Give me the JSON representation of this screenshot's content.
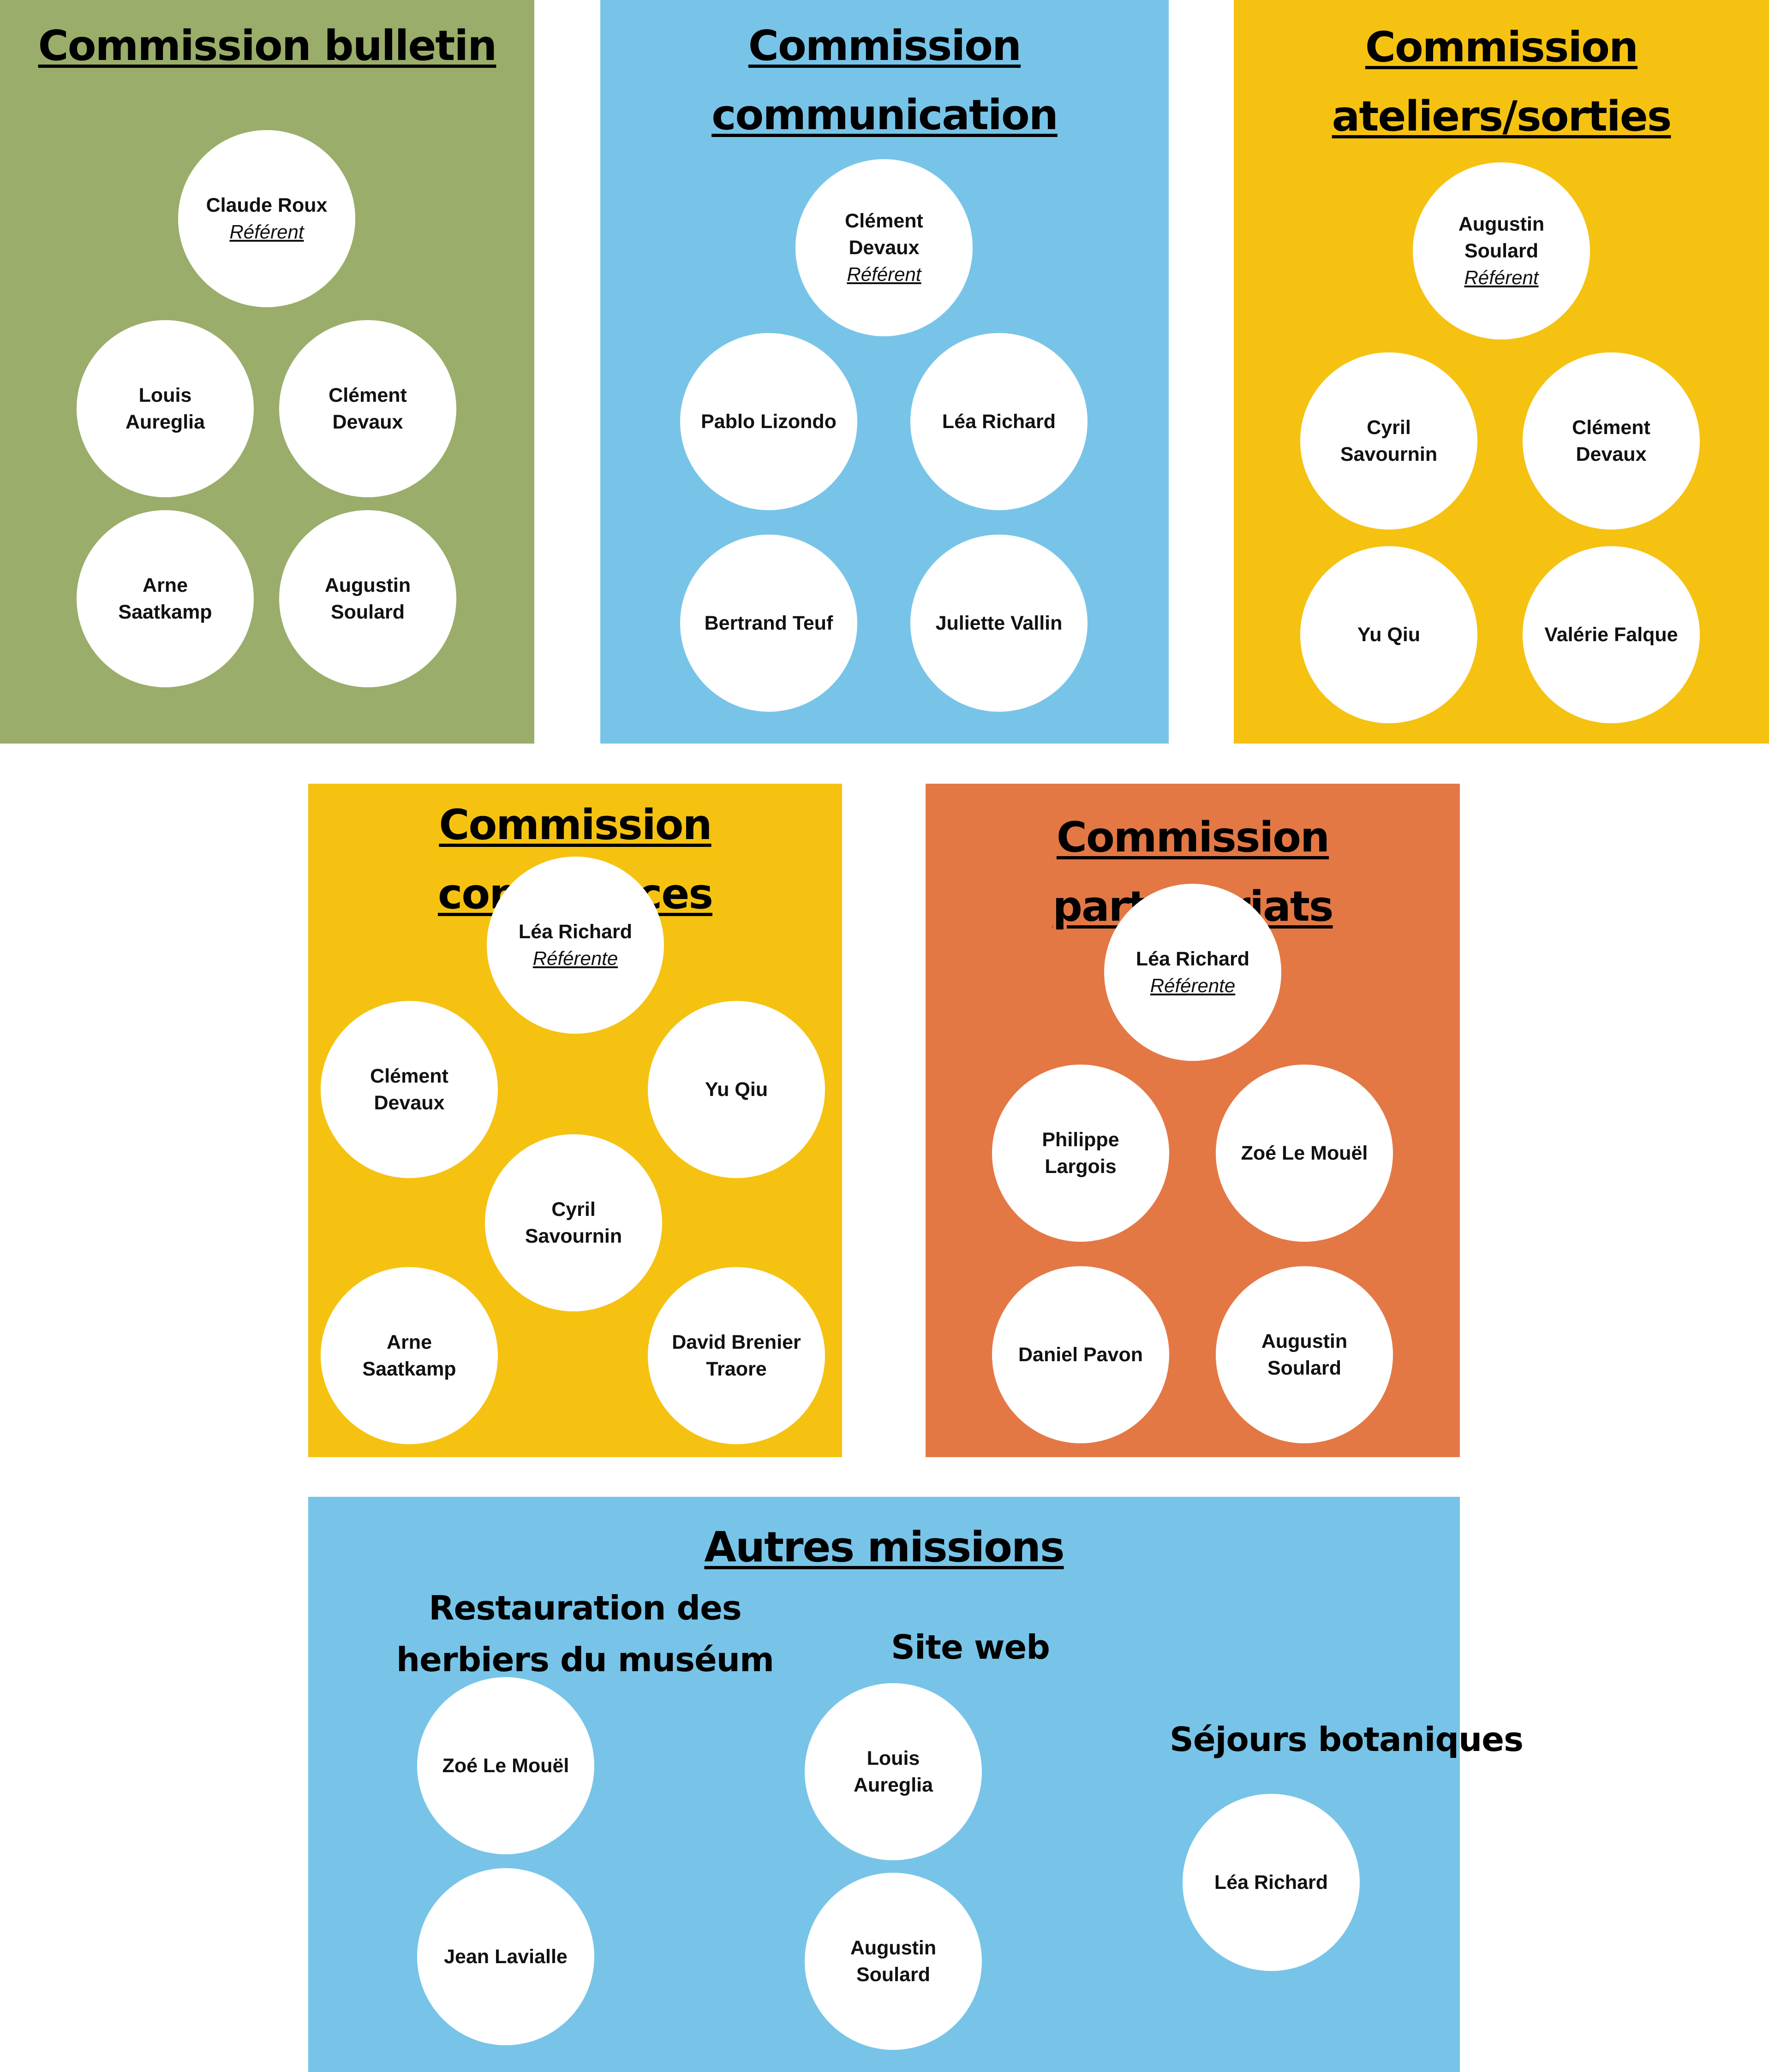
{
  "colors": {
    "green": "#9AAD6A",
    "blue": "#77C4E8",
    "yellow": "#F5C211",
    "orange": "#E37845",
    "circle": "#FFFFFF"
  },
  "commissions": [
    {
      "id": "bulletin",
      "title": [
        "Commission bulletin"
      ],
      "members": [
        {
          "name": [
            "Claude Roux"
          ],
          "role": "Référent"
        },
        {
          "name": [
            "Louis",
            "Aureglia"
          ]
        },
        {
          "name": [
            "Clément",
            "Devaux"
          ]
        },
        {
          "name": [
            "Arne",
            "Saatkamp"
          ]
        },
        {
          "name": [
            "Augustin",
            "Soulard"
          ]
        }
      ]
    },
    {
      "id": "communication",
      "title": [
        "Commission",
        "communication"
      ],
      "members": [
        {
          "name": [
            "Clément",
            "Devaux"
          ],
          "role": "Référent"
        },
        {
          "name": [
            "Pablo Lizondo"
          ]
        },
        {
          "name": [
            "Léa Richard"
          ]
        },
        {
          "name": [
            "Bertrand Teuf"
          ]
        },
        {
          "name": [
            "Juliette Vallin"
          ]
        }
      ]
    },
    {
      "id": "ateliers",
      "title": [
        "Commission",
        "ateliers/sorties"
      ],
      "members": [
        {
          "name": [
            "Augustin",
            "Soulard"
          ],
          "role": "Référent"
        },
        {
          "name": [
            "Cyril",
            "Savournin"
          ]
        },
        {
          "name": [
            "Clément",
            "Devaux"
          ]
        },
        {
          "name": [
            "Yu Qiu"
          ]
        },
        {
          "name": [
            "Valérie Falque"
          ]
        }
      ]
    },
    {
      "id": "conferences",
      "title": [
        "Commission conférences"
      ],
      "members": [
        {
          "name": [
            "Léa Richard"
          ],
          "role": "Référente"
        },
        {
          "name": [
            "Clément",
            "Devaux"
          ]
        },
        {
          "name": [
            "Yu Qiu"
          ]
        },
        {
          "name": [
            "Cyril",
            "Savournin"
          ]
        },
        {
          "name": [
            "Arne",
            "Saatkamp"
          ]
        },
        {
          "name": [
            "David Brenier",
            "Traore"
          ]
        }
      ]
    },
    {
      "id": "partenariats",
      "title": [
        "Commission partenariats"
      ],
      "members": [
        {
          "name": [
            "Léa Richard"
          ],
          "role": "Référente"
        },
        {
          "name": [
            "Philippe",
            "Largois"
          ]
        },
        {
          "name": [
            "Zoé Le Mouël"
          ]
        },
        {
          "name": [
            "Daniel Pavon"
          ]
        },
        {
          "name": [
            "Augustin",
            "Soulard"
          ]
        }
      ]
    }
  ],
  "autres": {
    "title": [
      "Autres missions"
    ],
    "missions": [
      {
        "id": "herbiers",
        "title": [
          "Restauration des",
          "herbiers du muséum"
        ],
        "members": [
          {
            "name": [
              "Zoé Le Mouël"
            ]
          },
          {
            "name": [
              "Jean Lavialle"
            ]
          }
        ]
      },
      {
        "id": "siteweb",
        "title": [
          "Site web"
        ],
        "members": [
          {
            "name": [
              "Louis",
              "Aureglia"
            ]
          },
          {
            "name": [
              "Augustin",
              "Soulard"
            ]
          }
        ]
      },
      {
        "id": "sejours",
        "title": [
          "Séjours botaniques"
        ],
        "members": [
          {
            "name": [
              "Léa Richard"
            ]
          }
        ]
      }
    ]
  }
}
